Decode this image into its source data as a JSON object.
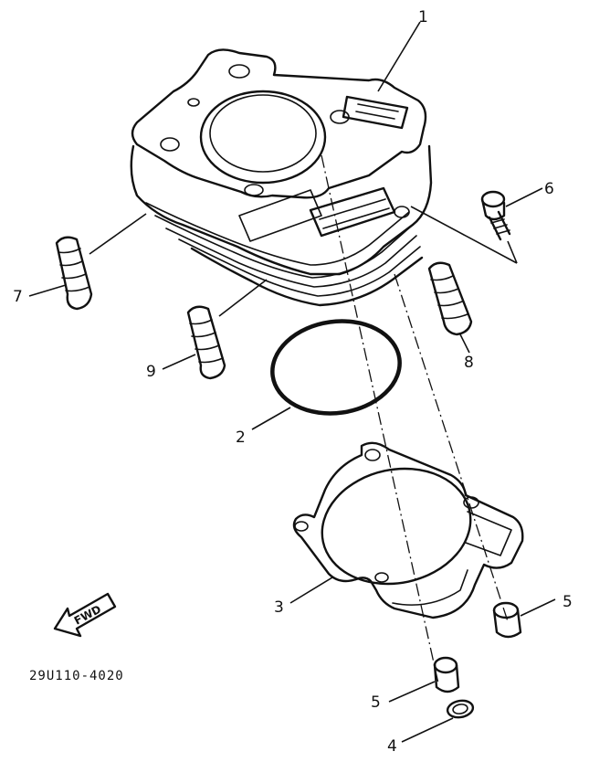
{
  "diagram": {
    "drawing_code": "29U110-4020",
    "fwd_label": "FWD",
    "callouts": {
      "cylinder": "1",
      "o_ring": "2",
      "cylinder_gasket": "3",
      "small_o_ring": "4",
      "dowel_pin_right": "5",
      "dowel_pin_bottom": "5",
      "bolt": "6",
      "stud_left": "7",
      "stud_right": "8",
      "stud_center": "9"
    }
  }
}
